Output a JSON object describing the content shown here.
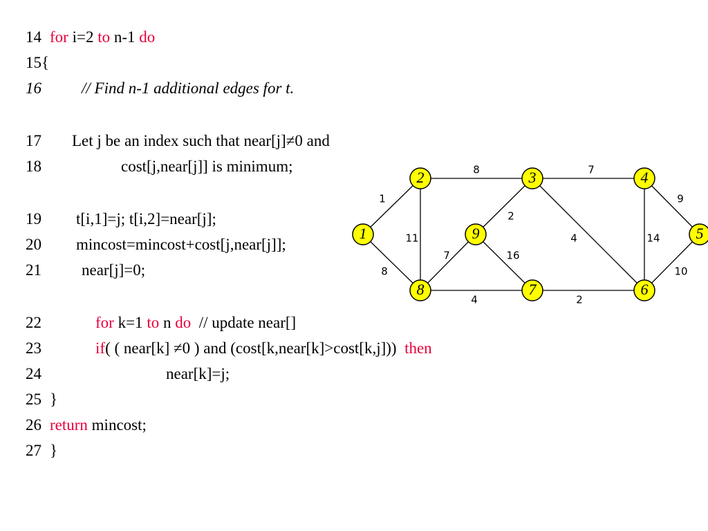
{
  "code": {
    "lines": [
      {
        "num": "14",
        "parts": [
          [
            "kw",
            "for"
          ],
          [
            "t",
            " i=2 "
          ],
          [
            "kw",
            "to"
          ],
          [
            "t",
            " n-1 "
          ],
          [
            "kw",
            "do"
          ]
        ]
      },
      {
        "num": "15{",
        "parts": []
      },
      {
        "num": "16",
        "italic": true,
        "parts": [
          [
            "t",
            "// Find n-1 additional edges for t."
          ]
        ]
      },
      {
        "num": "17",
        "parts": [
          [
            "t",
            "Let j be an index such that near[j]≠0 and"
          ]
        ]
      },
      {
        "num": "18",
        "parts": [
          [
            "t",
            "cost[j,near[j]] is minimum;"
          ]
        ]
      },
      {
        "num": "19",
        "parts": [
          [
            "t",
            "t[i,1]=j; t[i,2]=near[j];"
          ]
        ]
      },
      {
        "num": "20",
        "parts": [
          [
            "t",
            "mincost=mincost+cost[j,near[j]];"
          ]
        ]
      },
      {
        "num": "21",
        "parts": [
          [
            "t",
            "near[j]=0;"
          ]
        ]
      },
      {
        "num": "22",
        "parts": [
          [
            "kw",
            "for"
          ],
          [
            "t",
            " k=1 "
          ],
          [
            "kw",
            "to"
          ],
          [
            "t",
            " n "
          ],
          [
            "kw",
            "do"
          ],
          [
            "t",
            "  // update near[]"
          ]
        ]
      },
      {
        "num": "23",
        "parts": [
          [
            "kw",
            "if"
          ],
          [
            "t",
            "( ( near[k] ≠0 ) and (cost[k,near[k]>cost[k,j]))  "
          ],
          [
            "kw",
            "then"
          ]
        ]
      },
      {
        "num": "24",
        "parts": [
          [
            "t",
            "near[k]=j;"
          ]
        ]
      },
      {
        "num": "25",
        "parts": [
          [
            "t",
            "}"
          ]
        ]
      },
      {
        "num": "26",
        "parts": [
          [
            "kw",
            "return"
          ],
          [
            "t",
            " mincost;"
          ]
        ]
      },
      {
        "num": "27",
        "parts": [
          [
            "t",
            "}"
          ]
        ]
      }
    ]
  },
  "graph": {
    "nodes": [
      "1",
      "2",
      "3",
      "4",
      "5",
      "6",
      "7",
      "8",
      "9"
    ],
    "edges": [
      {
        "from": "1",
        "to": "2",
        "weight": "1"
      },
      {
        "from": "2",
        "to": "3",
        "weight": "8"
      },
      {
        "from": "3",
        "to": "4",
        "weight": "7"
      },
      {
        "from": "4",
        "to": "5",
        "weight": "9"
      },
      {
        "from": "2",
        "to": "8",
        "weight": "11"
      },
      {
        "from": "3",
        "to": "9",
        "weight": "2"
      },
      {
        "from": "3",
        "to": "6",
        "weight": "4"
      },
      {
        "from": "4",
        "to": "6",
        "weight": "14"
      },
      {
        "from": "1",
        "to": "8",
        "weight": "8"
      },
      {
        "from": "9",
        "to": "8",
        "weight": "7"
      },
      {
        "from": "9",
        "to": "7",
        "weight": "16"
      },
      {
        "from": "5",
        "to": "6",
        "weight": "10"
      },
      {
        "from": "8",
        "to": "7",
        "weight": "4"
      },
      {
        "from": "7",
        "to": "6",
        "weight": "2"
      }
    ]
  }
}
